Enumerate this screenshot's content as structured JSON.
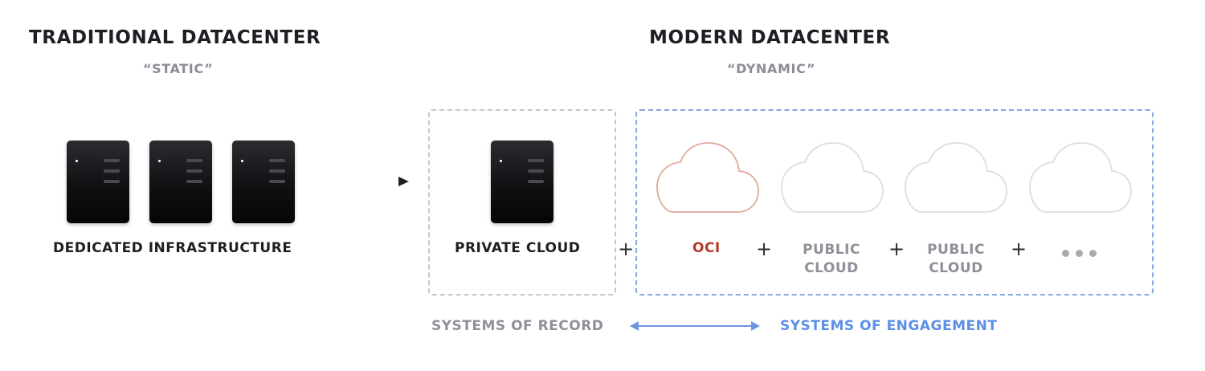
{
  "traditional": {
    "title": "TRADITIONAL DATACENTER",
    "subtitle": "“STATIC”",
    "label": "DEDICATED INFRASTRUCTURE",
    "server_count": 3
  },
  "modern": {
    "title": "MODERN DATACENTER",
    "subtitle": "“DYNAMIC”",
    "private_cloud": "PRIVATE CLOUD",
    "clouds": [
      {
        "label": "OCI",
        "highlight": true
      },
      {
        "label": "PUBLIC\nCLOUD",
        "highlight": false
      },
      {
        "label": "PUBLIC\nCLOUD",
        "highlight": false
      }
    ],
    "plus": "+"
  },
  "footer": {
    "systems_of_record": "SYSTEMS OF RECORD",
    "systems_of_engagement": "SYSTEMS OF ENGAGEMENT"
  },
  "colors": {
    "dark_text": "#1e1f24",
    "gray_text": "#8f9099",
    "oci_red": "#b53a27",
    "engagement_blue": "#5b8fe6",
    "record_gray": "#8f9099",
    "cloud_oci_stroke": "#e2a89b",
    "cloud_stroke": "#dcdde0",
    "dashed_gray": "#c7c8cc",
    "dashed_blue": "#86a8e4"
  }
}
